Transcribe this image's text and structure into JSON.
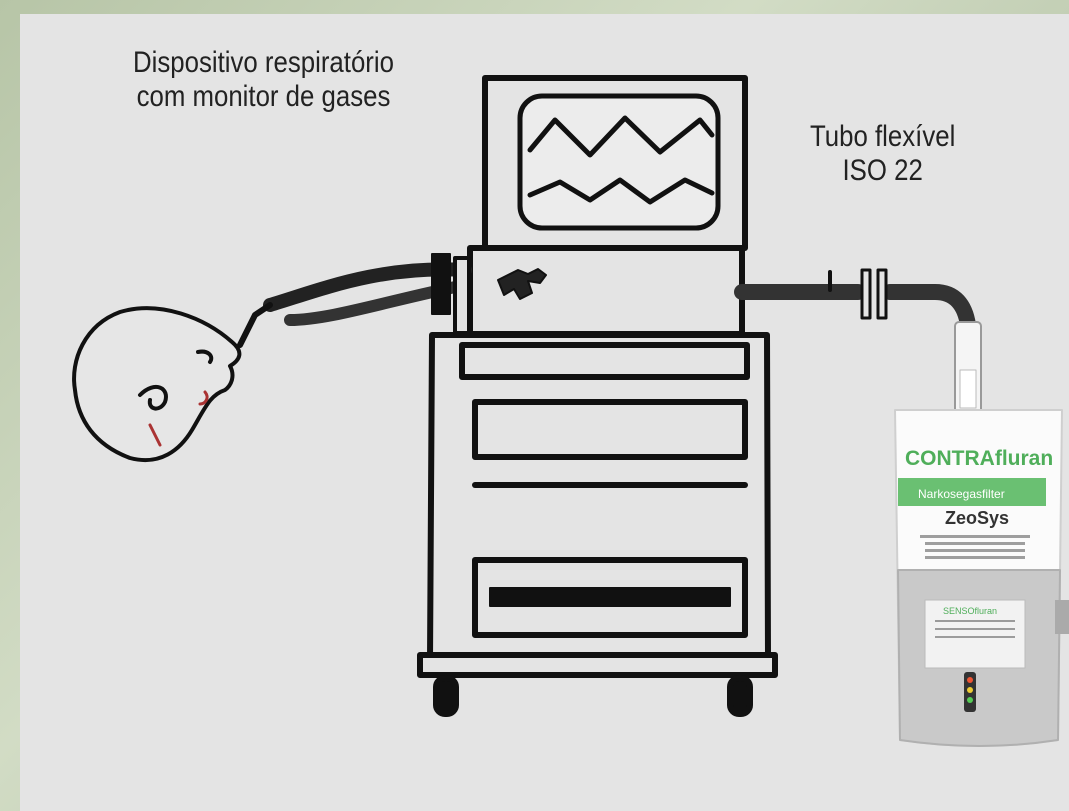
{
  "labels": {
    "device_line1": "Dispositivo respiratório",
    "device_line2": "com monitor de gases",
    "tube_line1": "Tubo flexível",
    "tube_line2": "ISO 22"
  },
  "filter": {
    "brand": "CONTRAfluran",
    "subtitle": "Narkosegasfilter",
    "maker": "ZeoSys",
    "sensor_brand": "SENSOfluran"
  },
  "colors": {
    "panel": "#e4e4e4",
    "brand_green": "#4fae5a",
    "line": "#111111"
  }
}
